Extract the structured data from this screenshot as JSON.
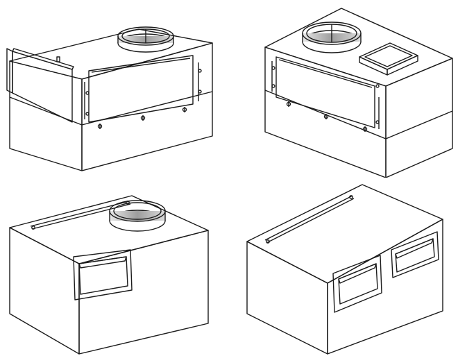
{
  "figure": {
    "views": [
      {
        "id": "view-1",
        "collar": true,
        "removable_access_panel": true,
        "side_rectangular_opening": true,
        "top_rectangular_collar": false,
        "front_rectangular_openings": 0
      },
      {
        "id": "view-2",
        "collar": true,
        "removable_access_panel": true,
        "side_rectangular_opening": false,
        "top_rectangular_collar": true,
        "front_rectangular_openings": 0
      },
      {
        "id": "view-3",
        "collar": true,
        "removable_access_panel": false,
        "side_rectangular_opening": false,
        "top_rectangular_collar": false,
        "front_rectangular_openings": 1
      },
      {
        "id": "view-4",
        "collar": false,
        "removable_access_panel": false,
        "side_rectangular_opening": false,
        "top_rectangular_collar": false,
        "front_rectangular_openings": 2
      }
    ],
    "colors": {
      "background": "#ffffff",
      "outline": "#1b1b1b",
      "top_face": "#c9c9c9",
      "front_face": "#7d7d7d",
      "side_face": "#9a9a9a",
      "opening_glass": "#b6c3cc"
    }
  }
}
